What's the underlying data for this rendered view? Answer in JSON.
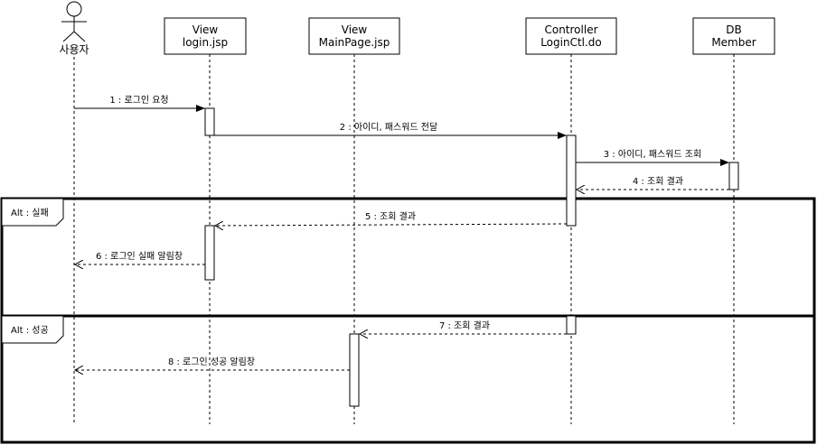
{
  "actor": {
    "label": "사용자"
  },
  "participants": [
    {
      "id": "login",
      "line1": "View",
      "line2": "login.jsp"
    },
    {
      "id": "mainpage",
      "line1": "View",
      "line2": "MainPage.jsp"
    },
    {
      "id": "controller",
      "line1": "Controller",
      "line2": "LoginCtl.do"
    },
    {
      "id": "db",
      "line1": "DB",
      "line2": "Member"
    }
  ],
  "fragments": [
    {
      "label": "Alt : 실패"
    },
    {
      "label": "Alt : 성공"
    }
  ],
  "messages": [
    {
      "text": "1 : 로그인 요청"
    },
    {
      "text": "2 : 아이디, 패스워드 전달"
    },
    {
      "text": "3 : 아이디, 패스워드 조회"
    },
    {
      "text": "4 : 조회 결과"
    },
    {
      "text": "5 : 조회 결과"
    },
    {
      "text": "6 : 로그인 실패 알림창"
    },
    {
      "text": "7 : 조회 결과"
    },
    {
      "text": "8 : 로그인 성공 알림창"
    }
  ]
}
